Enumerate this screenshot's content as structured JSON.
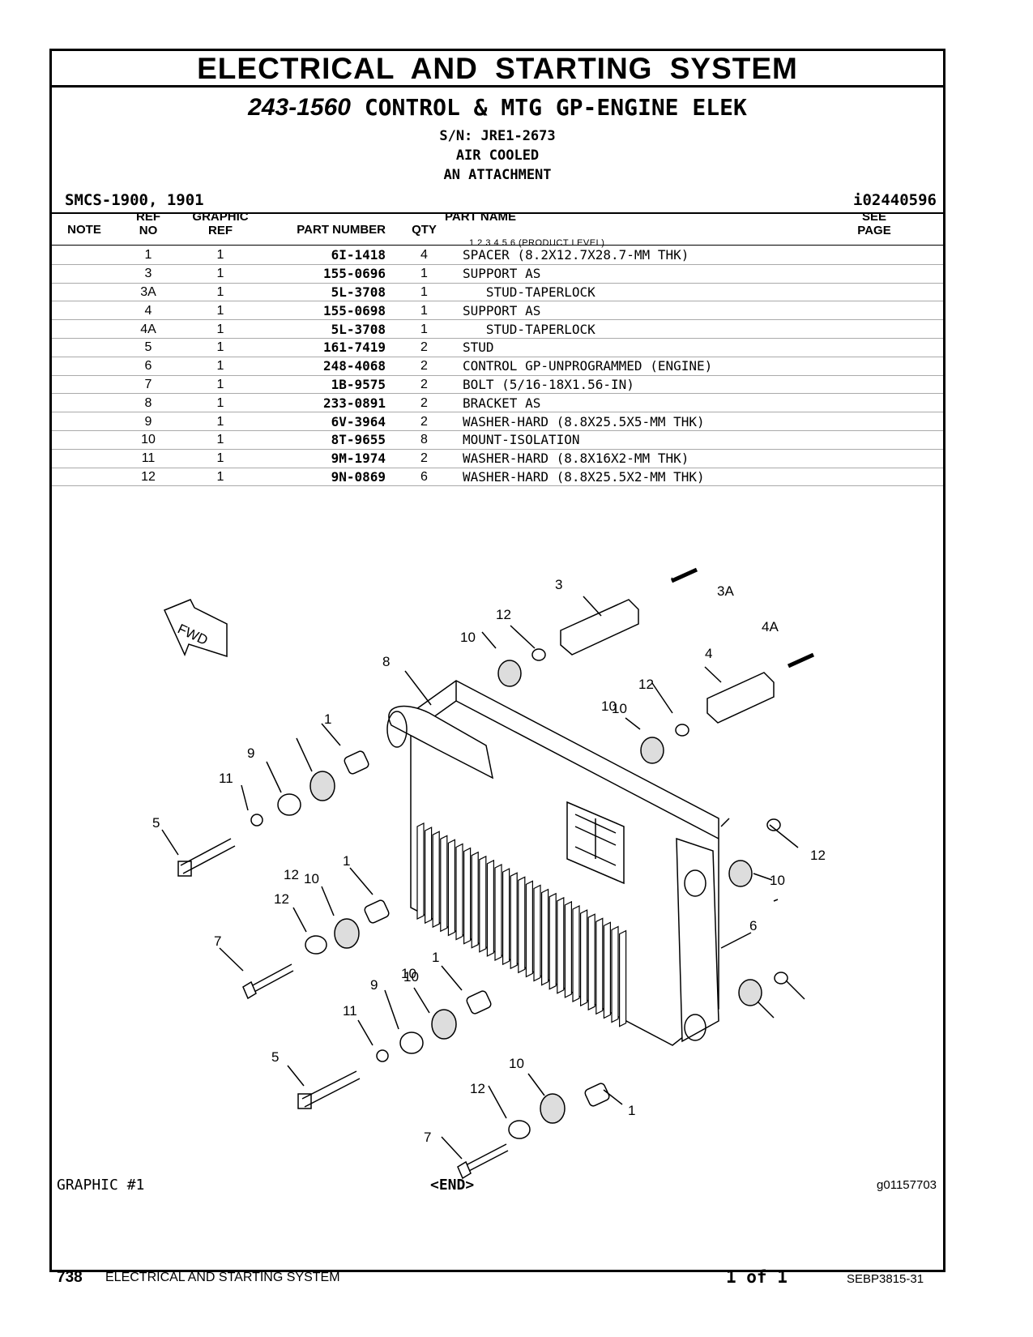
{
  "banner": "ELECTRICAL AND STARTING SYSTEM",
  "title": {
    "number": "243-1560",
    "name": "CONTROL & MTG GP-ENGINE ELEK"
  },
  "serial": "S/N: JRE1-2673",
  "line2": "AIR COOLED",
  "line3": "AN ATTACHMENT",
  "smcs": "SMCS-1900, 1901",
  "doc_id": "i02440596",
  "columns": {
    "note": "NOTE",
    "ref_top": "REF",
    "ref_bottom": "NO",
    "gref_top": "GRAPHIC",
    "gref_bottom": "REF",
    "part_number": "PART NUMBER",
    "qty": "QTY",
    "part_name": "PART NAME",
    "product_level": "1  2  3  4  5  6  (PRODUCT LEVEL)",
    "see_top": "SEE",
    "see_bottom": "PAGE"
  },
  "parts": [
    {
      "ref": "1",
      "gref": "1",
      "pn": "6I-1418",
      "qty": "4",
      "name": "SPACER (8.2X12.7X28.7-MM THK)"
    },
    {
      "ref": "3",
      "gref": "1",
      "pn": "155-0696",
      "qty": "1",
      "name": "SUPPORT AS"
    },
    {
      "ref": "3A",
      "gref": "1",
      "pn": "5L-3708",
      "qty": "1",
      "name": "   STUD-TAPERLOCK"
    },
    {
      "ref": "4",
      "gref": "1",
      "pn": "155-0698",
      "qty": "1",
      "name": "SUPPORT AS"
    },
    {
      "ref": "4A",
      "gref": "1",
      "pn": "5L-3708",
      "qty": "1",
      "name": "   STUD-TAPERLOCK"
    },
    {
      "ref": "5",
      "gref": "1",
      "pn": "161-7419",
      "qty": "2",
      "name": "STUD"
    },
    {
      "ref": "6",
      "gref": "1",
      "pn": "248-4068",
      "qty": "2",
      "name": "CONTROL GP-UNPROGRAMMED (ENGINE)"
    },
    {
      "ref": "7",
      "gref": "1",
      "pn": "1B-9575",
      "qty": "2",
      "name": "BOLT (5/16-18X1.56-IN)"
    },
    {
      "ref": "8",
      "gref": "1",
      "pn": "233-0891",
      "qty": "2",
      "name": "BRACKET AS"
    },
    {
      "ref": "9",
      "gref": "1",
      "pn": "6V-3964",
      "qty": "2",
      "name": "WASHER-HARD (8.8X25.5X5-MM THK)"
    },
    {
      "ref": "10",
      "gref": "1",
      "pn": "8T-9655",
      "qty": "8",
      "name": "MOUNT-ISOLATION"
    },
    {
      "ref": "11",
      "gref": "1",
      "pn": "9M-1974",
      "qty": "2",
      "name": "WASHER-HARD (8.8X16X2-MM THK)"
    },
    {
      "ref": "12",
      "gref": "1",
      "pn": "9N-0869",
      "qty": "6",
      "name": "WASHER-HARD (8.8X25.5X2-MM THK)"
    }
  ],
  "illustration": {
    "fwd": "FWD",
    "callouts": [
      "3",
      "3A",
      "12",
      "10",
      "4A",
      "4",
      "8",
      "12",
      "10",
      "10",
      "1",
      "9",
      "11",
      "5",
      "12",
      "10",
      "1",
      "10",
      "12",
      "7",
      "6",
      "12",
      "10",
      "1",
      "9",
      "10",
      "11",
      "5",
      "10",
      "12",
      "1",
      "7"
    ]
  },
  "graphic_label": "GRAPHIC #1",
  "end_label": "<END>",
  "graphic_id": "g01157703",
  "footer": {
    "page_number": "738",
    "section": "ELECTRICAL AND STARTING SYSTEM",
    "of": "1 of 1",
    "doc": "SEBP3815-31"
  }
}
